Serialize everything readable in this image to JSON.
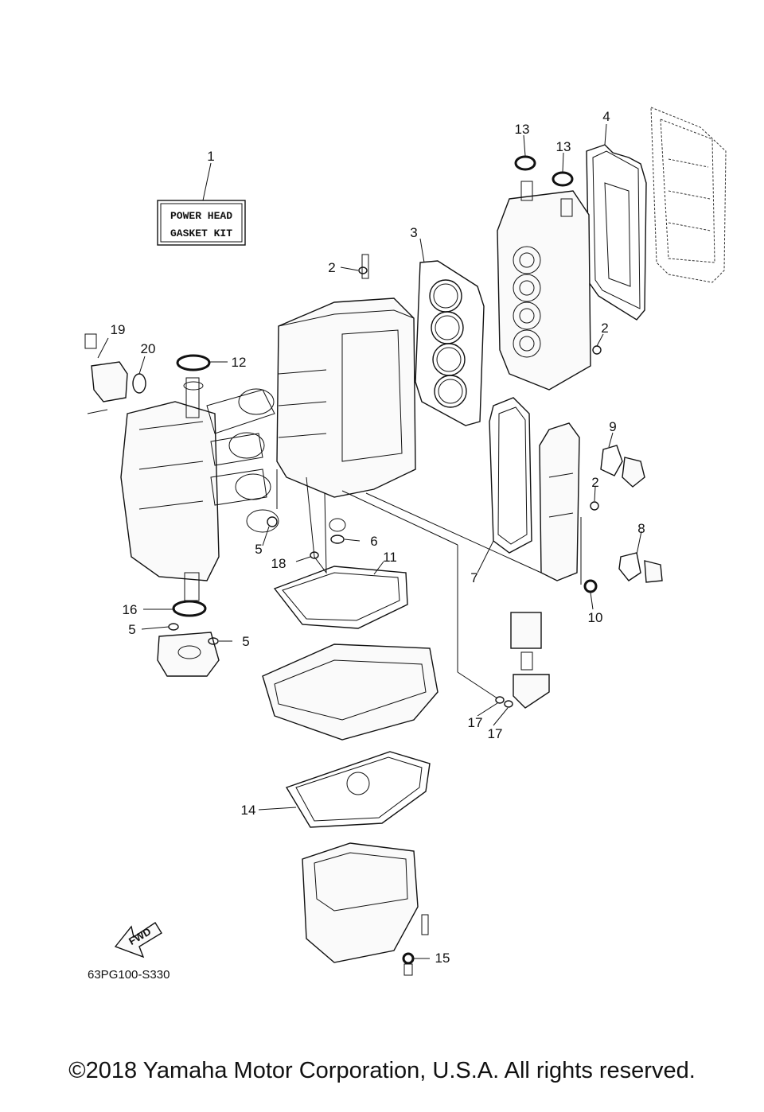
{
  "kit_box": {
    "line1": "POWER HEAD",
    "line2": "GASKET KIT"
  },
  "callouts": [
    "1",
    "2",
    "2",
    "2",
    "3",
    "4",
    "5",
    "5",
    "5",
    "6",
    "7",
    "8",
    "9",
    "10",
    "11",
    "12",
    "13",
    "13",
    "14",
    "15",
    "16",
    "17",
    "17",
    "18",
    "19",
    "20"
  ],
  "fwd_label": "FWD",
  "diagram_code": "63PG100-S330",
  "copyright": "©2018 Yamaha Motor Corporation, U.S.A. All rights reserved."
}
